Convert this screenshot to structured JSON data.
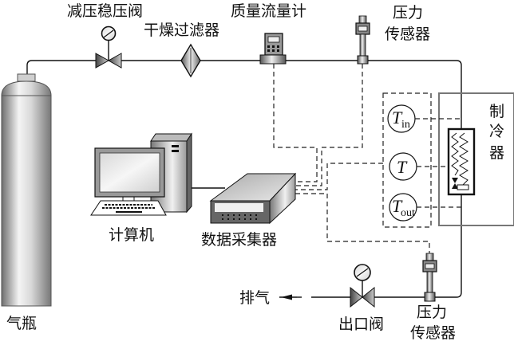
{
  "diagram": {
    "labels": {
      "pressure_reducing_valve": "减压稳压阀",
      "dryer_filter": "干燥过滤器",
      "mass_flow_meter": "质量流量计",
      "pressure_sensor_top_1": "压力",
      "pressure_sensor_top_2": "传感器",
      "refrigerator_1": "制",
      "refrigerator_2": "冷",
      "refrigerator_3": "器",
      "computer": "计算机",
      "data_acquisition": "数据采集器",
      "exhaust": "排气",
      "outlet_valve": "出口阀",
      "pressure_sensor_bottom_1": "压力",
      "pressure_sensor_bottom_2": "传感器",
      "gas_cylinder": "气瓶"
    },
    "temperature_sensors": [
      {
        "symbol": "T",
        "subscript": "in"
      },
      {
        "symbol": "T",
        "subscript": ""
      },
      {
        "symbol": "T",
        "subscript": "out"
      }
    ],
    "colors": {
      "line": "#111111",
      "refrigerator_border": "#777777",
      "metal_light": "#f2f2f2",
      "metal_dark": "#6a6a6a"
    }
  }
}
